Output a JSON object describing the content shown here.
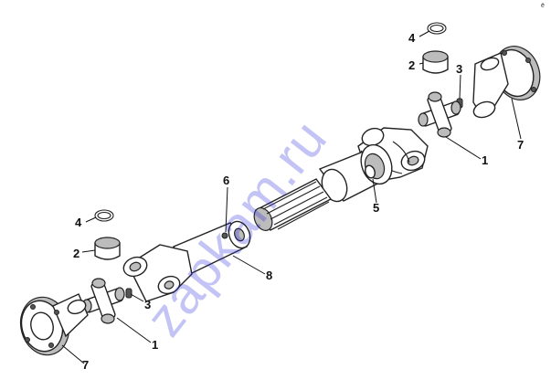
{
  "diagram": {
    "corner_mark": "ё",
    "watermark": "zapkam.ru",
    "callouts": {
      "c4_top": "4",
      "c2_top": "2",
      "c3_top": "3",
      "c7_top": "7",
      "c1_top": "1",
      "c5": "5",
      "c6": "6",
      "c8": "8",
      "c4_left": "4",
      "c2_left": "2",
      "c3_left": "3",
      "c1_bottom": "1",
      "c7_bottom": "7"
    }
  }
}
